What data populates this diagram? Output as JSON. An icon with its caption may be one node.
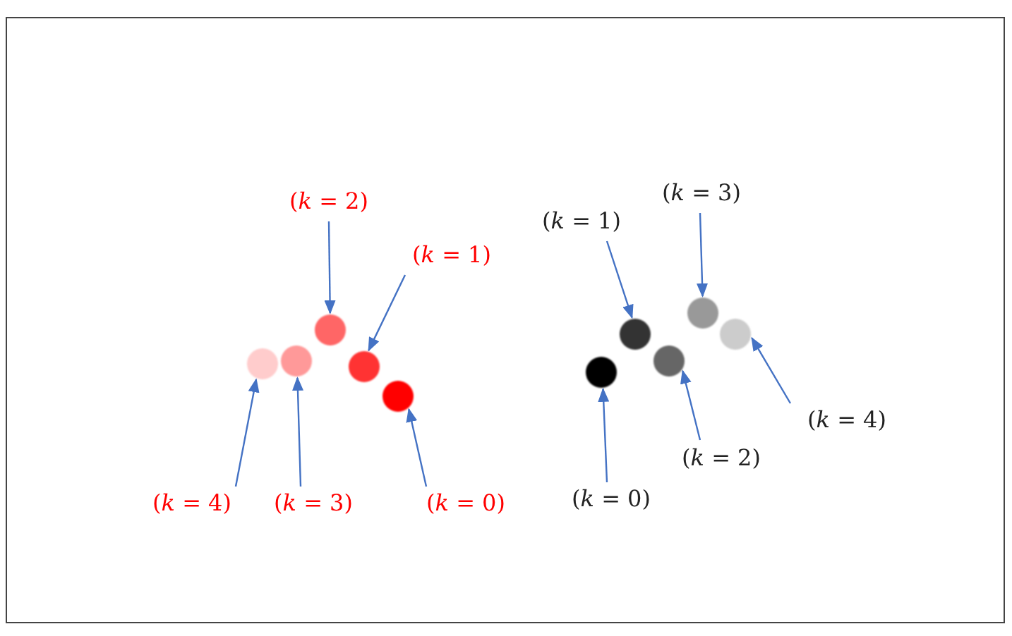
{
  "diagram": {
    "nodes": [
      {
        "text": [
          "(*k* = 2)"
        ]
      },
      {
        "text": [
          "(*k* = 1)"
        ]
      },
      {
        "text": [
          "(*k* = 4)"
        ]
      },
      {
        "text": [
          "(*k* = 3)"
        ]
      },
      {
        "text": [
          "(*k* = 0)"
        ]
      },
      {
        "text": [],
        "shape": "circle"
      },
      {
        "text": [],
        "shape": "circle"
      },
      {
        "text": [],
        "shape": "circle"
      },
      {
        "text": [],
        "shape": "circle"
      },
      {
        "text": [],
        "shape": "circle"
      },
      {
        "text": [
          "(*k* = 3)"
        ]
      },
      {
        "text": [
          "(*k* = 1)"
        ]
      },
      {
        "text": [
          "(*k* = 4)"
        ]
      },
      {
        "text": [
          "(*k* = 2)"
        ]
      },
      {
        "text": [
          "(*k* = 0)"
        ]
      },
      {
        "text": [],
        "shape": "circle"
      },
      {
        "text": [],
        "shape": "circle"
      },
      {
        "text": [],
        "shape": "circle"
      },
      {
        "text": [],
        "shape": "circle"
      },
      {
        "text": [],
        "shape": "circle"
      }
    ],
    "edges": [
      {
        "from": 0,
        "to": 7,
        "arrow": "to"
      },
      {
        "from": 1,
        "to": 8,
        "arrow": "to"
      },
      {
        "from": 2,
        "to": 5,
        "arrow": "to"
      },
      {
        "from": 3,
        "to": 6,
        "arrow": "to"
      },
      {
        "from": 4,
        "to": 9,
        "arrow": "to"
      },
      {
        "from": 10,
        "to": 18,
        "arrow": "to"
      },
      {
        "from": 11,
        "to": 16,
        "arrow": "to"
      },
      {
        "from": 12,
        "to": 19,
        "arrow": "to"
      },
      {
        "from": 13,
        "to": 17,
        "arrow": "to"
      },
      {
        "from": 14,
        "to": 15,
        "arrow": "to"
      }
    ]
  }
}
